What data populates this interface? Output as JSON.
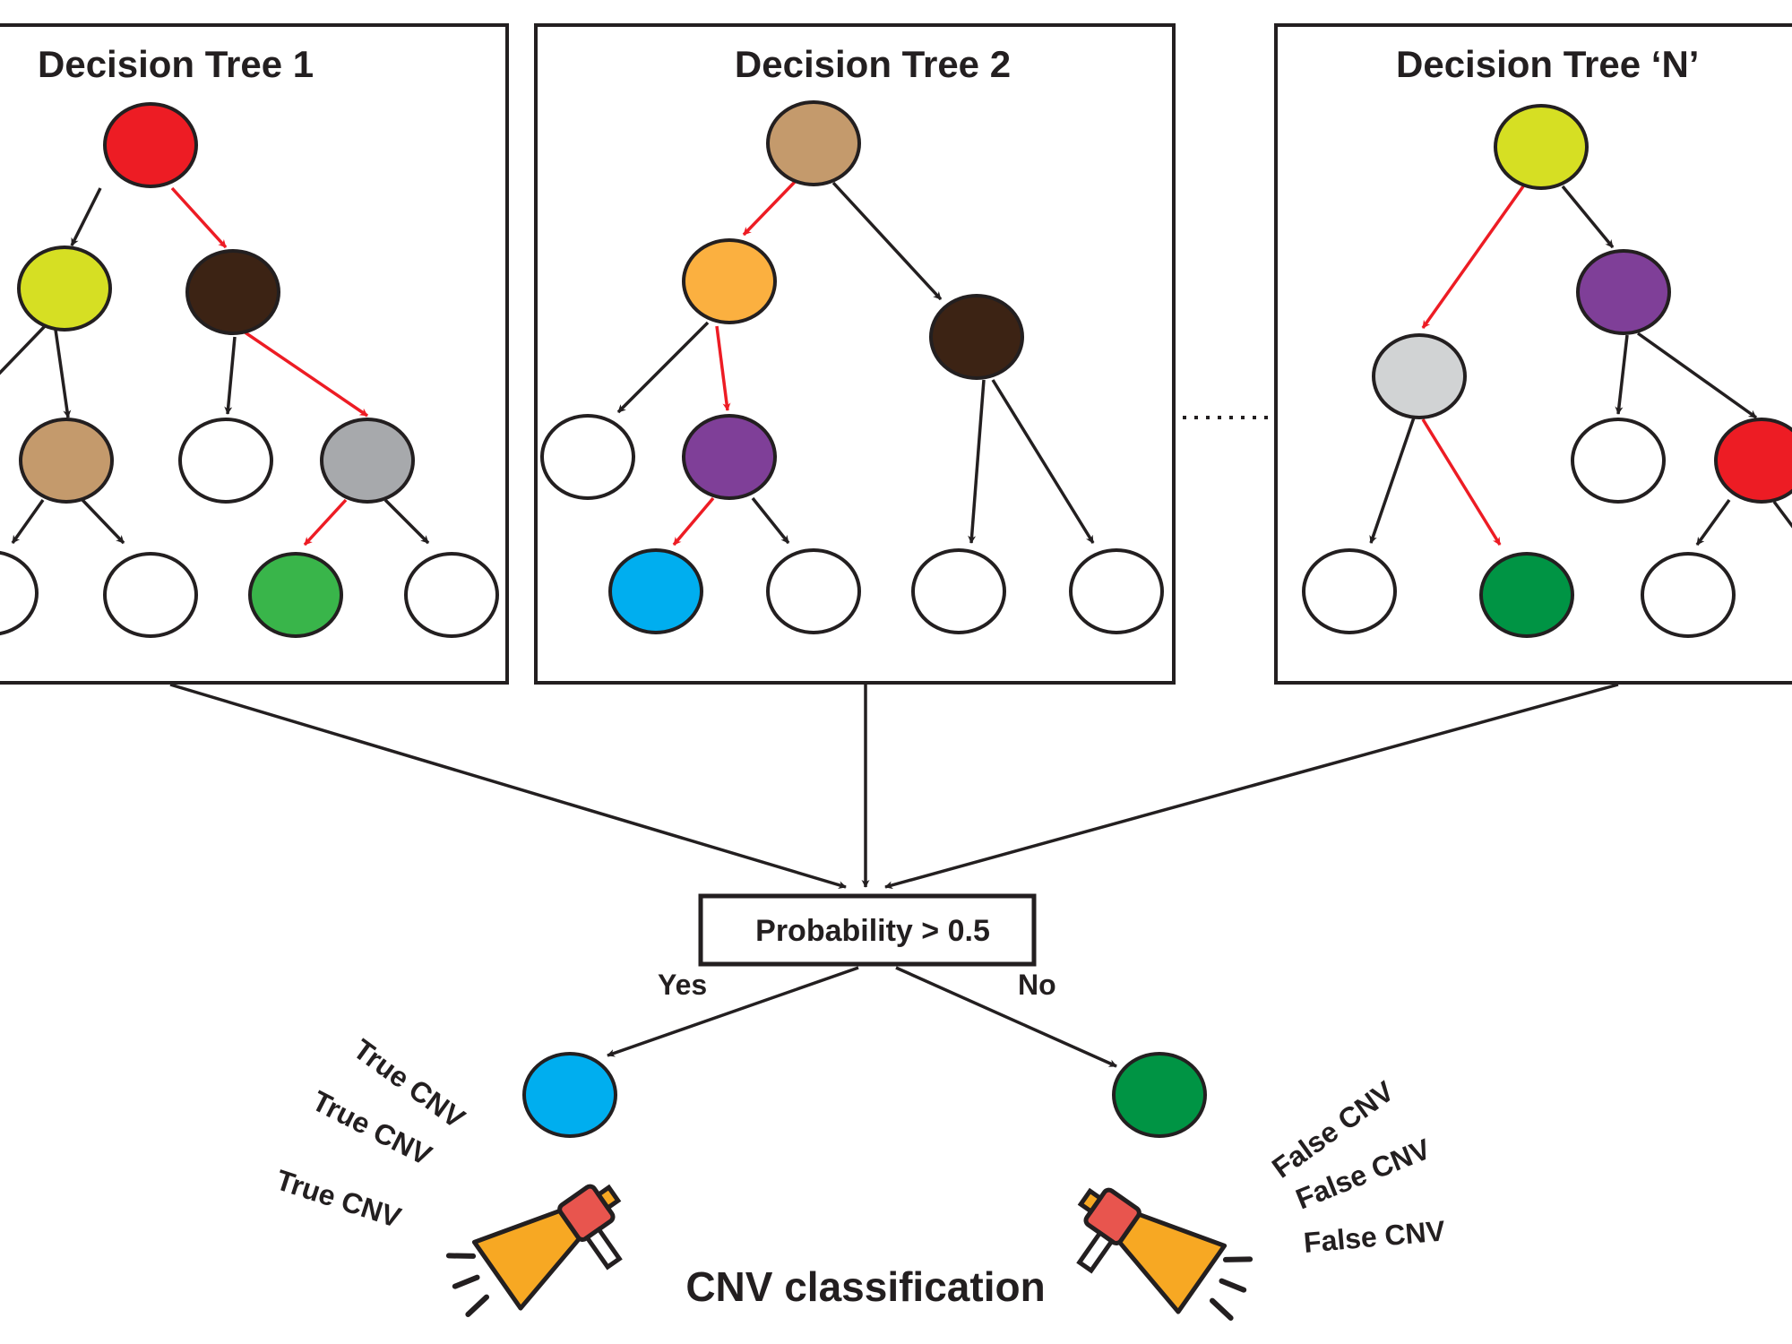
{
  "trees": [
    {
      "title": "Decision Tree 1",
      "nodes": [
        {
          "id": "root",
          "color": "red"
        },
        {
          "id": "l1a",
          "color": "yellow"
        },
        {
          "id": "l1b",
          "color": "dark-brown"
        },
        {
          "id": "l2a",
          "color": "tan"
        },
        {
          "id": "l2b",
          "color": "white"
        },
        {
          "id": "l2c",
          "color": "gray"
        },
        {
          "id": "l3a",
          "color": "white"
        },
        {
          "id": "l3b",
          "color": "white"
        },
        {
          "id": "l3c",
          "color": "green"
        },
        {
          "id": "l3d",
          "color": "white"
        }
      ],
      "decision_path": [
        "root",
        "l1b",
        "l2c",
        "l3c"
      ]
    },
    {
      "title": "Decision Tree 2",
      "nodes": [
        {
          "id": "root",
          "color": "tan"
        },
        {
          "id": "l1a",
          "color": "orange"
        },
        {
          "id": "l1b",
          "color": "dark-brown"
        },
        {
          "id": "l2a",
          "color": "white"
        },
        {
          "id": "l2b",
          "color": "purple"
        },
        {
          "id": "l3a",
          "color": "blue"
        },
        {
          "id": "l3b",
          "color": "white"
        },
        {
          "id": "l3c",
          "color": "white"
        },
        {
          "id": "l3d",
          "color": "white"
        }
      ],
      "decision_path": [
        "root",
        "l1a",
        "l2b",
        "l3a"
      ]
    },
    {
      "title": "Decision Tree ‘N’",
      "nodes": [
        {
          "id": "root",
          "color": "yellow"
        },
        {
          "id": "l1a",
          "color": "light-gray"
        },
        {
          "id": "l1b",
          "color": "purple"
        },
        {
          "id": "l2a",
          "color": "white"
        },
        {
          "id": "l2b",
          "color": "red"
        },
        {
          "id": "l3a",
          "color": "white"
        },
        {
          "id": "l3b",
          "color": "green"
        },
        {
          "id": "l3c",
          "color": "white"
        }
      ],
      "decision_path": [
        "root",
        "l1a",
        "l3b"
      ]
    }
  ],
  "decision": {
    "label": "Probability > 0.5",
    "yes_label": "Yes",
    "no_label": "No"
  },
  "outcomes": {
    "yes_node_color": "blue",
    "no_node_color": "green",
    "yes_votes": [
      "True CNV",
      "True CNV",
      "True CNV"
    ],
    "no_votes": [
      "False CNV",
      "False CNV",
      "False CNV"
    ]
  },
  "caption": "CNV classification",
  "colors": {
    "red": "#ed1c24",
    "yellow": "#d6df23",
    "dark-brown": "#3c2314",
    "tan": "#c49a6c",
    "gray": "#a7a9ac",
    "light-gray": "#d1d3d4",
    "green": "#39b54a",
    "dark-green": "#009444",
    "orange": "#fbb040",
    "purple": "#7f3f98",
    "blue": "#00aeef",
    "white": "#ffffff",
    "edge_black": "#231f20",
    "edge_red": "#ed1c24",
    "megaphone_orange": "#f7a823",
    "megaphone_red": "#e8554e"
  },
  "icons": [
    "megaphone-icon",
    "megaphone-icon"
  ]
}
